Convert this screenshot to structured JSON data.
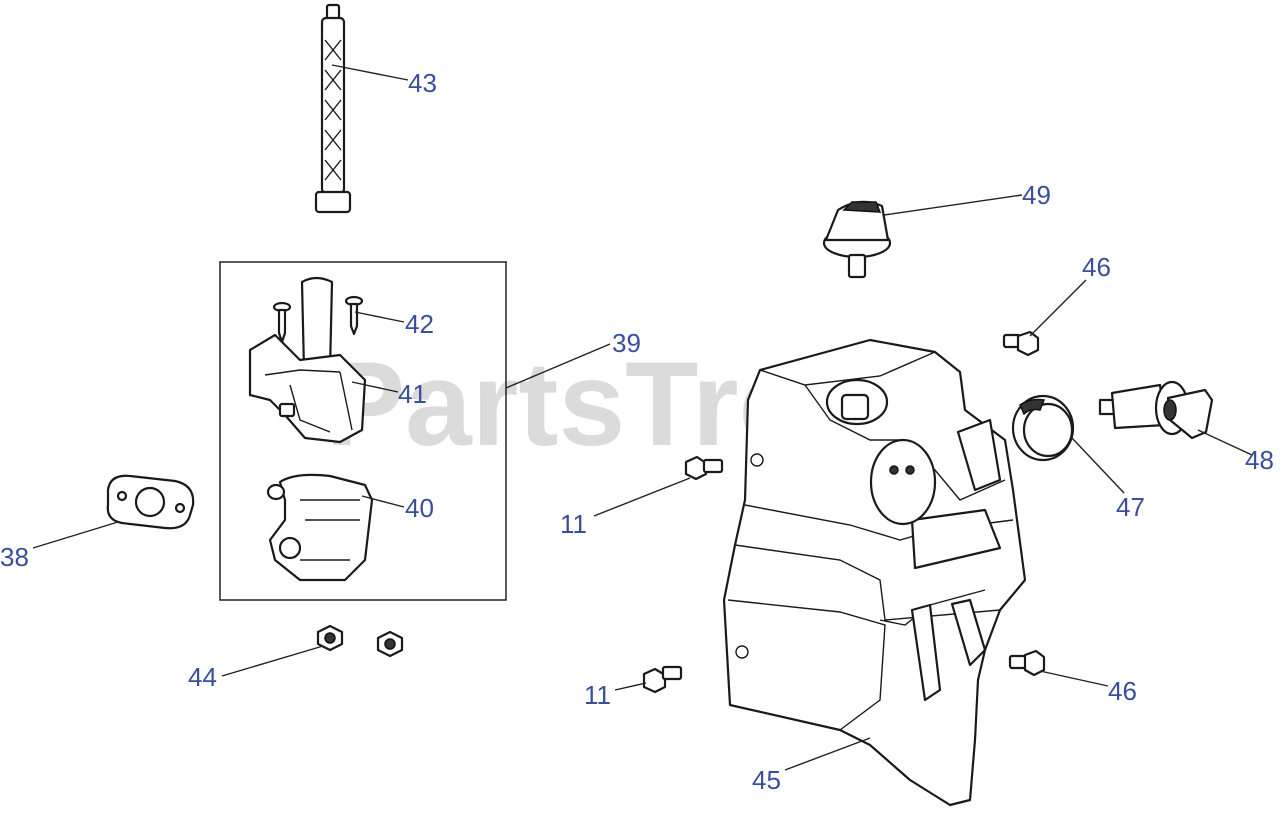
{
  "watermark": {
    "text": "PartsTree",
    "trademark": "™"
  },
  "callouts": [
    {
      "id": "38",
      "label": "38"
    },
    {
      "id": "39",
      "label": "39"
    },
    {
      "id": "40",
      "label": "40"
    },
    {
      "id": "41",
      "label": "41"
    },
    {
      "id": "42",
      "label": "42"
    },
    {
      "id": "43",
      "label": "43"
    },
    {
      "id": "44",
      "label": "44"
    },
    {
      "id": "45",
      "label": "45"
    },
    {
      "id": "46a",
      "label": "46"
    },
    {
      "id": "46b",
      "label": "46"
    },
    {
      "id": "47",
      "label": "47"
    },
    {
      "id": "48",
      "label": "48"
    },
    {
      "id": "49",
      "label": "49"
    },
    {
      "id": "11a",
      "label": "11"
    },
    {
      "id": "11b",
      "label": "11"
    }
  ],
  "colors": {
    "callout": "#3a4e9c",
    "line": "#1a1a1a",
    "watermark": "#cfcfcf"
  }
}
